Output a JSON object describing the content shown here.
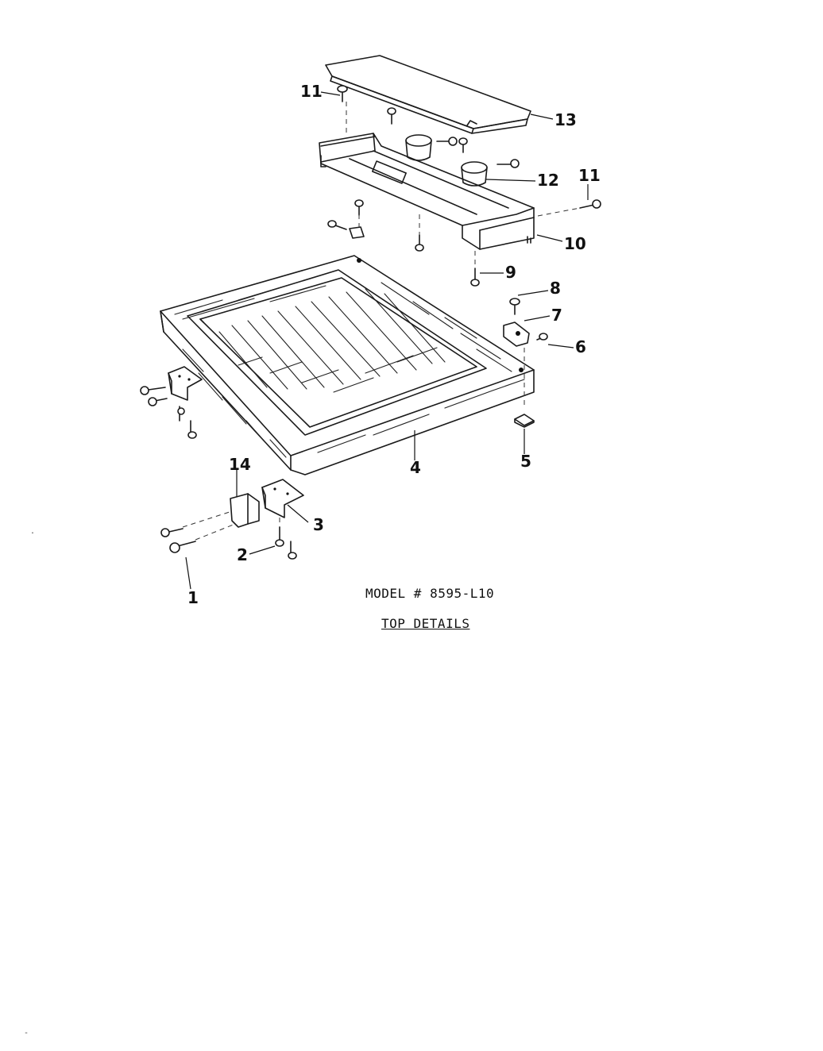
{
  "caption": {
    "model": "MODEL # 8595-L10",
    "title": "TOP DETAILS"
  },
  "callouts": {
    "c1": "1",
    "c2": "2",
    "c3": "3",
    "c4": "4",
    "c5": "5",
    "c6": "6",
    "c7": "7",
    "c8": "8",
    "c9": "9",
    "c10": "10",
    "c11a": "11",
    "c11b": "11",
    "c12": "12",
    "c13": "13",
    "c14": "14"
  }
}
